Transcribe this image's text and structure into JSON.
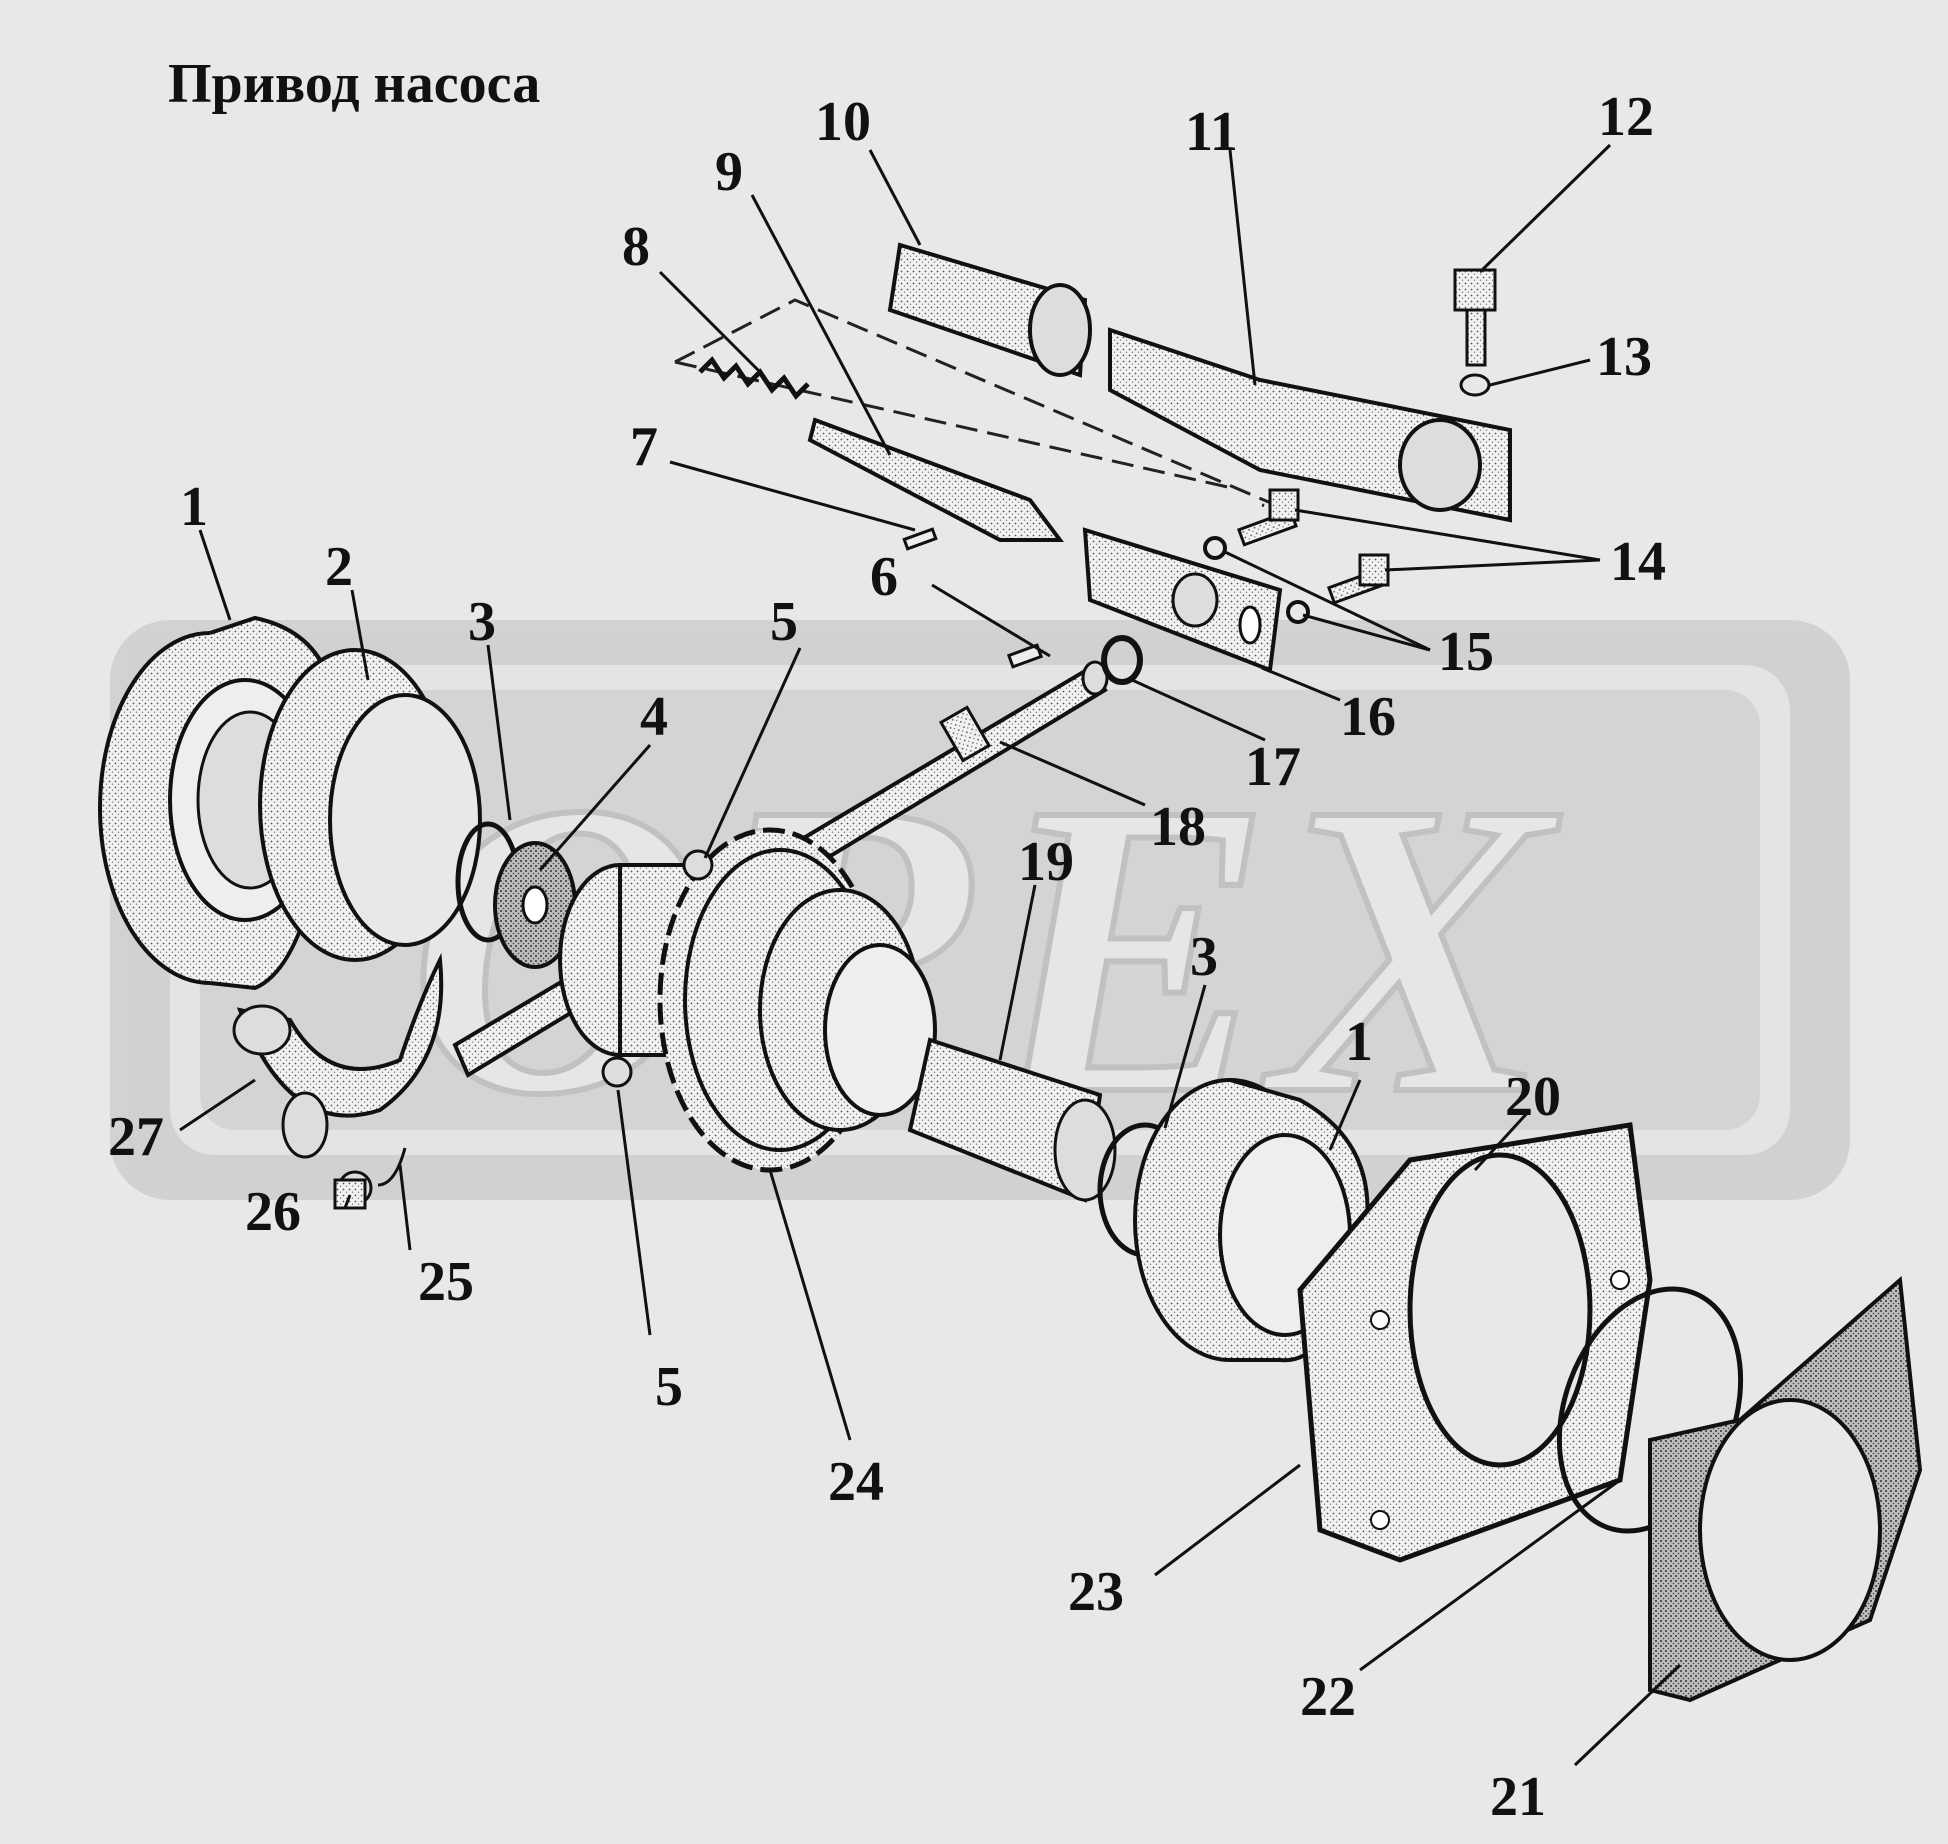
{
  "title": "Привод насоса",
  "watermark": "OREX",
  "callouts": {
    "c1a": "1",
    "c1b": "1",
    "c2": "2",
    "c3a": "3",
    "c3b": "3",
    "c4": "4",
    "c5a": "5",
    "c5b": "5",
    "c6": "6",
    "c7": "7",
    "c8": "8",
    "c9": "9",
    "c10": "10",
    "c11": "11",
    "c12": "12",
    "c13": "13",
    "c14": "14",
    "c15": "15",
    "c16": "16",
    "c17": "17",
    "c18": "18",
    "c19": "19",
    "c20": "20",
    "c21": "21",
    "c22": "22",
    "c23": "23",
    "c24": "24",
    "c25": "25",
    "c26": "26",
    "c27": "27"
  },
  "colors": {
    "background": "#e8e8e8",
    "ink": "#111111",
    "watermark": "#c9c9c9"
  }
}
